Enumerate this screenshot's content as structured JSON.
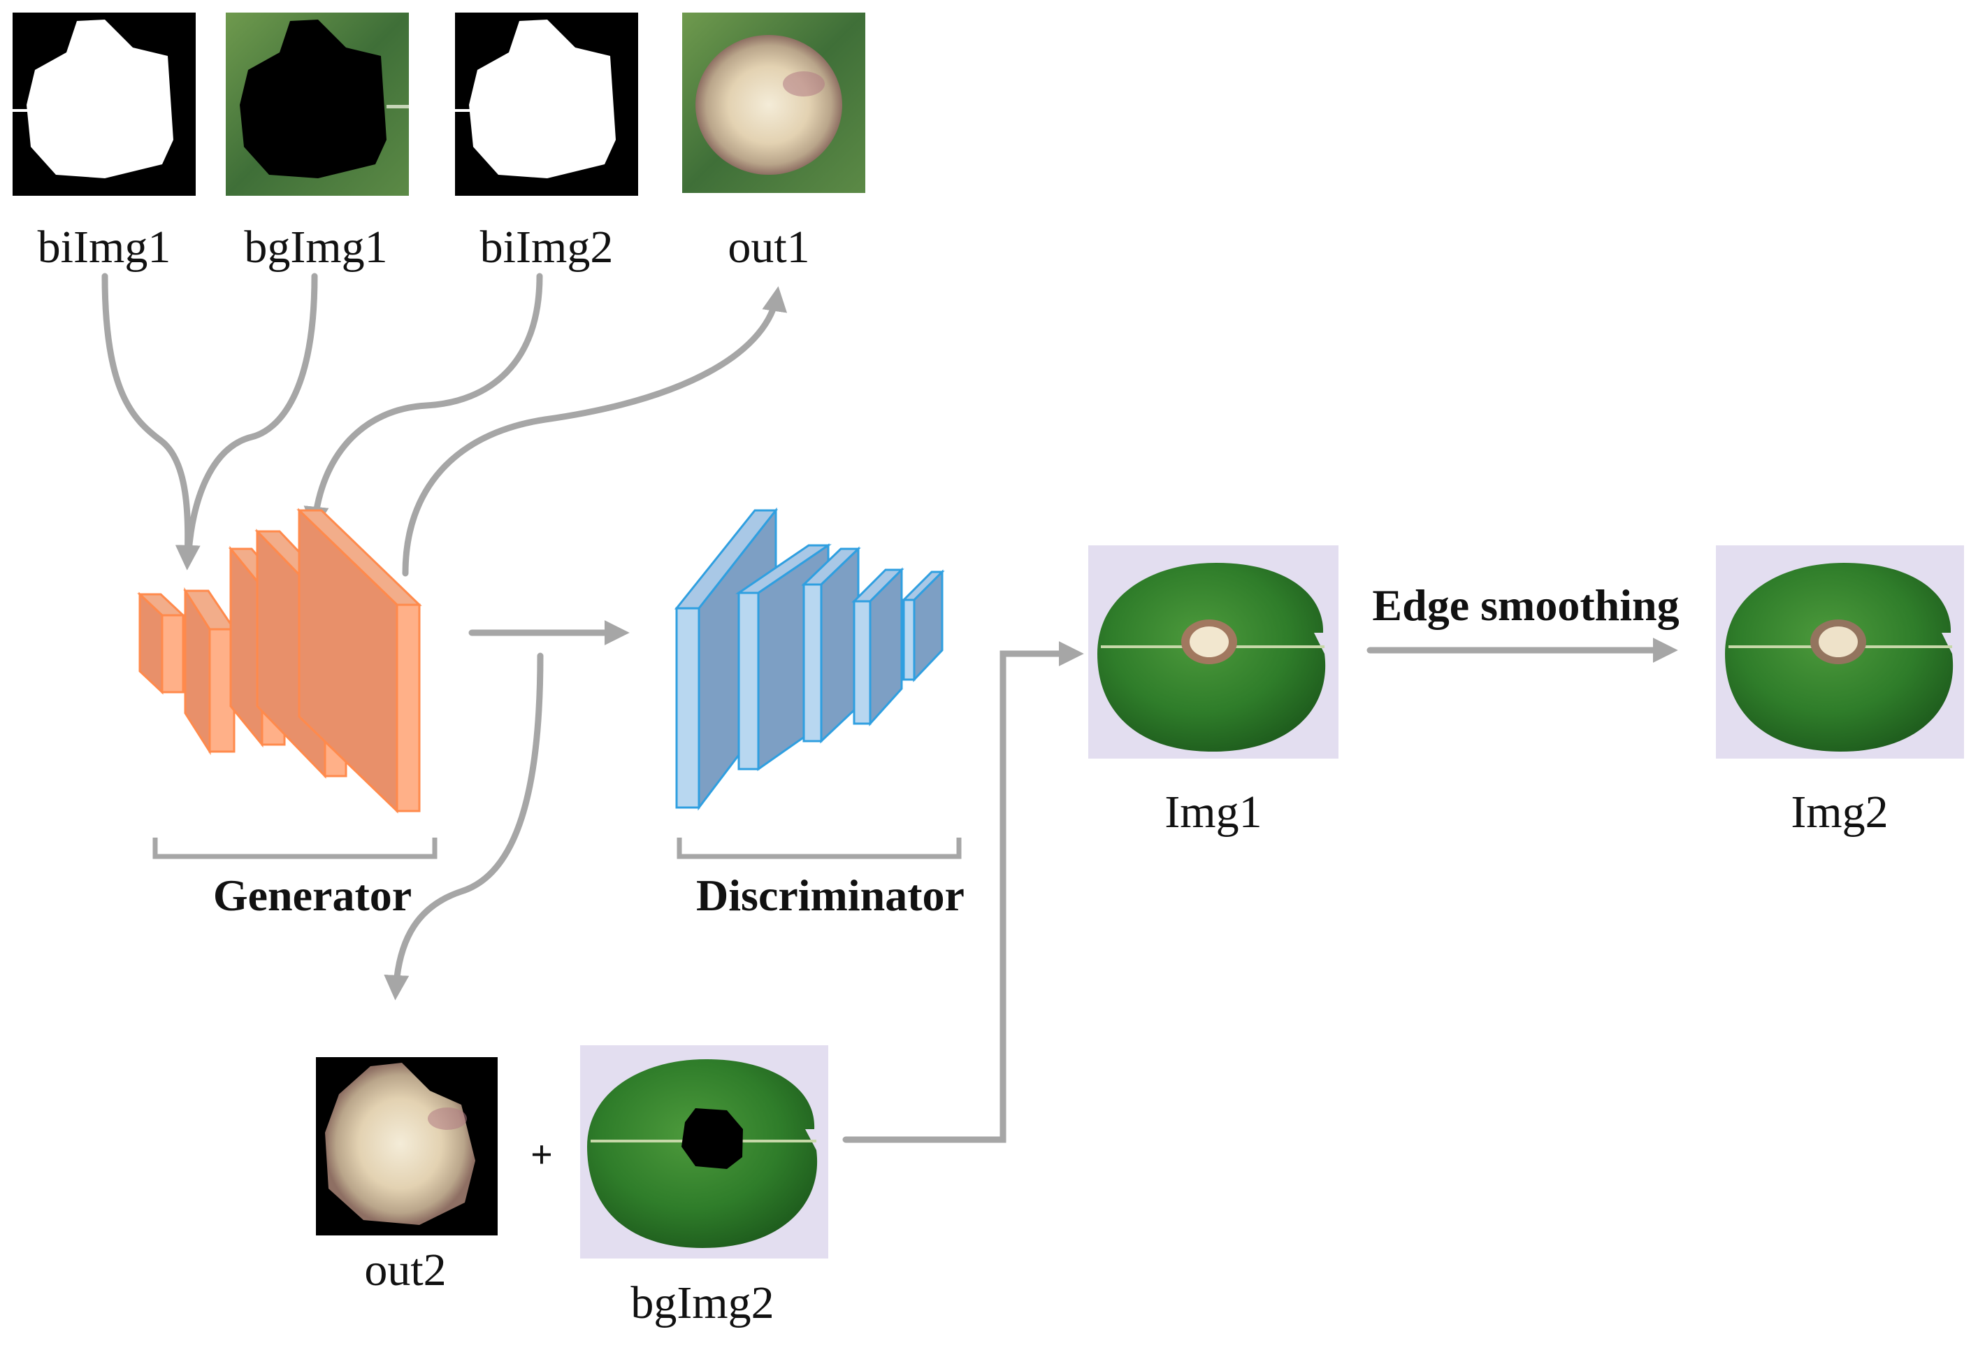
{
  "thumbnails": {
    "biImg1": "biImg1",
    "bgImg1": "bgImg1",
    "biImg2": "biImg2",
    "out1": "out1",
    "out2": "out2",
    "bgImg2": "bgImg2",
    "Img1": "Img1",
    "Img2": "Img2"
  },
  "blocks": {
    "generator": "Generator",
    "discriminator": "Discriminator"
  },
  "operations": {
    "plus": "+",
    "edge_smoothing": "Edge smoothing"
  },
  "colors": {
    "arrow": "#a6a6a6",
    "generator_fill": "#e8906a",
    "generator_edge": "#ff8a4c",
    "discriminator_fill": "#7d9fc4",
    "discriminator_edge": "#2f9fe0",
    "mask_black": "#000000",
    "mask_white": "#ffffff",
    "leaf_green": "#2f7d2a",
    "photo_bg": "#e3def0",
    "lesion": "#e6d8bb"
  }
}
